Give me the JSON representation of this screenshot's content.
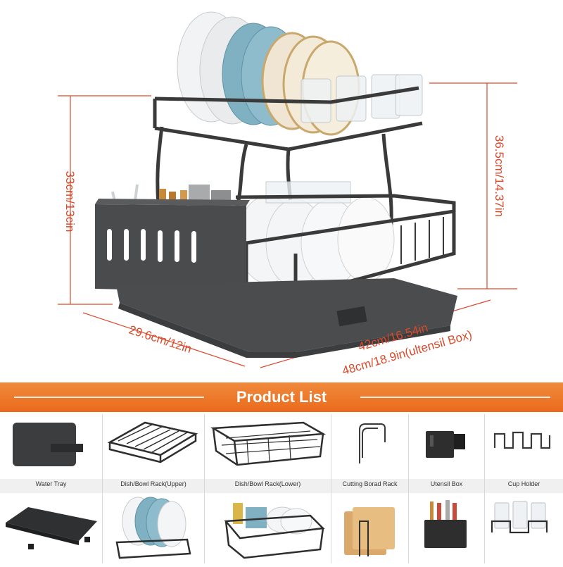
{
  "dimensions": {
    "height_left": "33cm/13cin",
    "height_right": "36.5cm/14.37in",
    "depth": "29.6cm/12in",
    "width_line1": "42cm/16.54in",
    "width_line2": "48cm/18.9in(ultensil Box)"
  },
  "banner": {
    "title": "Product List"
  },
  "products": [
    {
      "label": "Water Tray",
      "icon": "water-tray-icon"
    },
    {
      "label": "Dish/Bowl Rack(Upper)",
      "icon": "upper-rack-icon"
    },
    {
      "label": "Dish/Bowl Rack(Lower)",
      "icon": "lower-rack-icon"
    },
    {
      "label": "Cutting Borad Rack",
      "icon": "cutting-board-rack-icon"
    },
    {
      "label": "Utensil Box",
      "icon": "utensil-box-icon"
    },
    {
      "label": "Cup Holder",
      "icon": "cup-holder-icon"
    }
  ],
  "colors": {
    "accent": "#ea6a1c",
    "dimension": "#d94a2b",
    "rack": "#3a3a3a"
  }
}
